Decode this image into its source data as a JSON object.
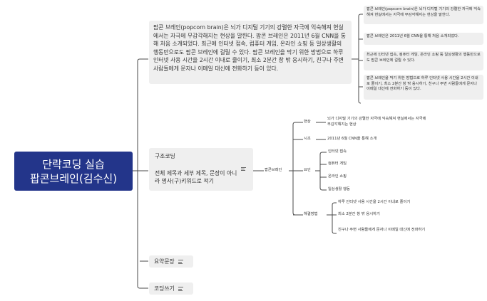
{
  "root": {
    "line1": "단락코딩 실습",
    "line2": "팝콘브레인(김수신)"
  },
  "intro_paragraph": "팝콘 브레인(popcorn brain)은 뇌가 디지털 기기의 강렬한 자극에 익숙해져 현실에서는 자극에 무감각해지는 현상을 말한다. 팝콘 브레인은 2011년 6월 CNN을 통해 처음 소개되었다. 최근에 인터넷 접속, 컴퓨터 게임, 온라인 쇼핑 등 일상생활의 행동만으로도 팝콘 브레인에 걸릴 수 있다. 팝콘 브레인을 막기 위한 방법으로 하루 인터넷 사용 시간을 2시간 이내로 줄이기, 최소 2분간 창 밖 응시하기, 친구나 주변 사람들에게 문자나 이메일 대신에 전화하기 등이 있다.",
  "intro_sentences": [
    "팝콘 브레인(popcorn brain)은 뇌가 디지털 기기의 강렬한 자극에 익숙해져 현실에서는 자극에 무감각해지는 현상을 말한다.",
    "팝콘 브레인은 2011년 6월 CNN을 통해 처음 소개되었다.",
    "최근에 인터넷 접속, 컴퓨터 게임, 온라인 쇼핑 등 일상생활의 행동만으로도 팝콘 브레인에 걸릴 수 있다.",
    "팝콘 브레인을 막기 위한 방법으로 하루 인터넷 사용 시간을 2시간 이내로 줄이기, 최소 2분간 창 밖 응시하기, 친구나 주변 사람들에게 문자나 이메일 대신에 전화하기 등이 있다."
  ],
  "structure": {
    "title": "구조코딩",
    "instruction": "전체 제목과 세부 제목, 문장이 아니라 명사(구)키워드로 적기",
    "topic": "팝콘브레인",
    "branches": [
      {
        "label": "현상",
        "items": [
          "뇌가 디지털 기기의 강렬한 자극에 익숙해져 현실에서는 자극에 무감각해지는 현상"
        ]
      },
      {
        "label": "시초",
        "items": [
          "2011년 6월 CNN을 통해 소개"
        ]
      },
      {
        "label": "요인",
        "items": [
          "인터넷 접속",
          "컴퓨터 게임",
          "온라인 쇼핑",
          "일상생활 행동"
        ]
      },
      {
        "label": "해결방법",
        "items": [
          "하루 인터넷 사용 시간을 2시간 이내로 줄이기",
          "최소 2분간 창 밖 응시하기",
          "친구나 주변 사람들에게 문자나 이메일 대신에 전화하기"
        ]
      }
    ]
  },
  "summary": {
    "title": "요약문장"
  },
  "coding": {
    "title": "코딩쓰기"
  },
  "colors": {
    "root_bg": "#23358a",
    "line": "#4a4a4a",
    "card_bg": "#efefef"
  }
}
